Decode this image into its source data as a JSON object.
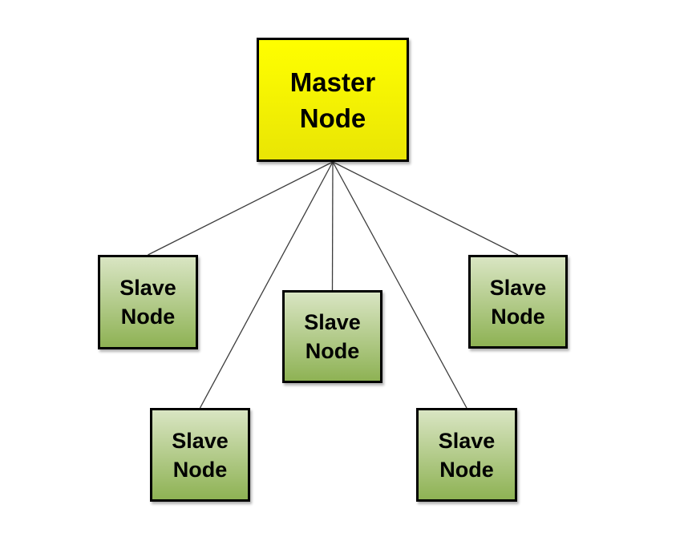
{
  "diagram": {
    "master_node": {
      "label_lines": [
        "Master",
        "Node"
      ]
    },
    "slave_nodes": [
      {
        "position": "top-left",
        "label_lines": [
          "Slave",
          "Node"
        ]
      },
      {
        "position": "center",
        "label_lines": [
          "Slave",
          "Node"
        ]
      },
      {
        "position": "top-right",
        "label_lines": [
          "Slave",
          "Node"
        ]
      },
      {
        "position": "bottom-left",
        "label_lines": [
          "Slave",
          "Node"
        ]
      },
      {
        "position": "bottom-right",
        "label_lines": [
          "Slave",
          "Node"
        ]
      }
    ],
    "edges": [
      [
        "master",
        "slave-top-left"
      ],
      [
        "master",
        "slave-bottom-left"
      ],
      [
        "master",
        "slave-center"
      ],
      [
        "master",
        "slave-bottom-right"
      ],
      [
        "master",
        "slave-top-right"
      ]
    ],
    "colors": {
      "background": "#ffffff",
      "master-fill-top": "#ffff00",
      "master-fill-bottom": "#e9e505",
      "slave-fill-top": "#d9e5c3",
      "slave-fill-bottom": "#8eb254",
      "node-border": "#000000",
      "connector-color": "#3d3d3d",
      "text-color": "#000000"
    }
  }
}
